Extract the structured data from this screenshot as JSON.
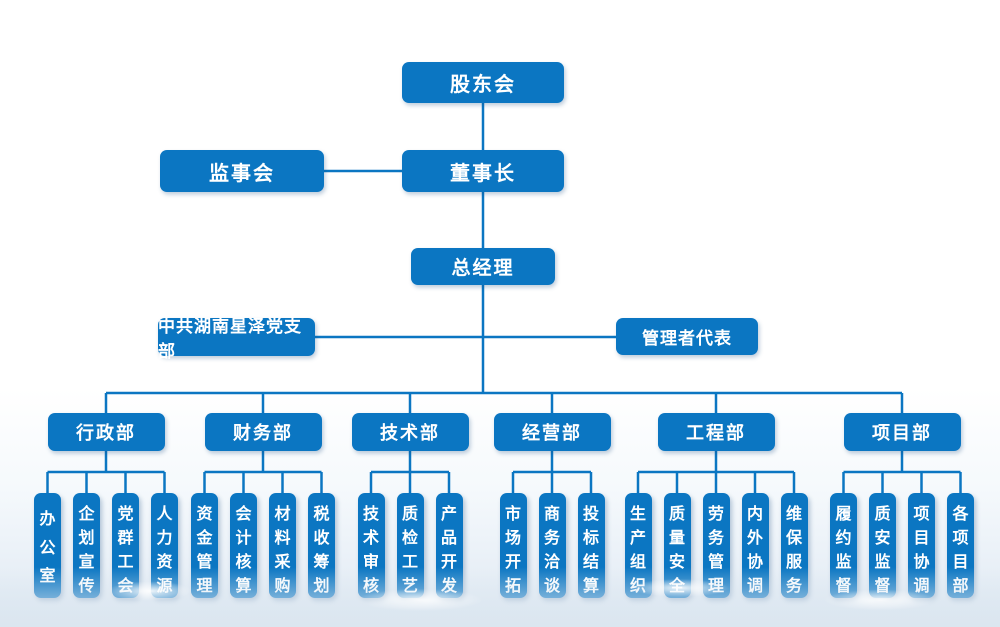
{
  "org_chart": {
    "nodes": {
      "shareholders": "股东会",
      "supervisory_board": "监事会",
      "chairman": "董事长",
      "general_manager": "总经理",
      "party_branch": "中共湖南星泽党支部",
      "management_rep": "管理者代表"
    },
    "departments": [
      {
        "label": "行政部",
        "children": [
          "办公室",
          "企划宣传",
          "党群工会",
          "人力资源"
        ]
      },
      {
        "label": "财务部",
        "children": [
          "资金管理",
          "会计核算",
          "材料采购",
          "税收筹划"
        ]
      },
      {
        "label": "技术部",
        "children": [
          "技术审核",
          "质检工艺",
          "产品开发"
        ]
      },
      {
        "label": "经营部",
        "children": [
          "市场开拓",
          "商务洽谈",
          "投标结算"
        ]
      },
      {
        "label": "工程部",
        "children": [
          "生产组织",
          "质量安全",
          "劳务管理",
          "内外协调",
          "维保服务"
        ]
      },
      {
        "label": "项目部",
        "children": [
          "履约监督",
          "质安监督",
          "项目协调",
          "各项目部"
        ]
      }
    ],
    "colors": {
      "node_blue": "#0b76c2",
      "connector_blue": "#0b76c2",
      "text": "#ffffff"
    }
  }
}
